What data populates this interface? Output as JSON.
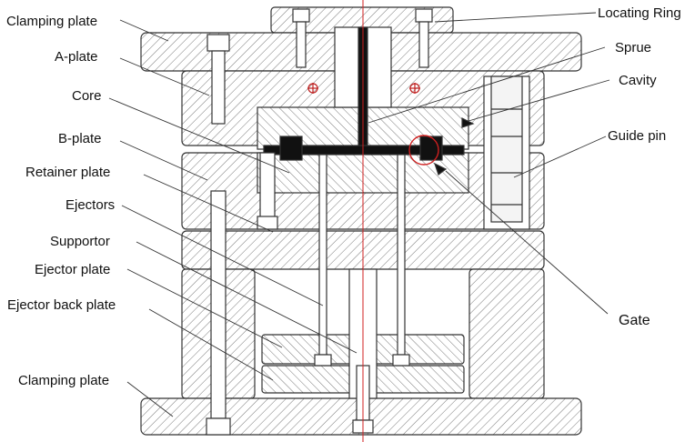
{
  "labels": {
    "clamping_plate_top": "Clamping plate",
    "a_plate": "A-plate",
    "core": "Core",
    "b_plate": "B-plate",
    "retainer_plate": "Retainer plate",
    "ejectors": "Ejectors",
    "supportor": "Supportor",
    "ejector_plate": "Ejector plate",
    "ejector_back_plate": "Ejector back plate",
    "clamping_plate_bottom": "Clamping plate",
    "locating_ring": "Locating Ring",
    "sprue": "Sprue",
    "cavity": "Cavity",
    "guide_pin": "Guide pin",
    "gate": "Gate"
  },
  "colors": {
    "line": "#333333",
    "hatch": "#7a7a7a",
    "centerline": "#d02020",
    "fill_black": "#111111"
  }
}
